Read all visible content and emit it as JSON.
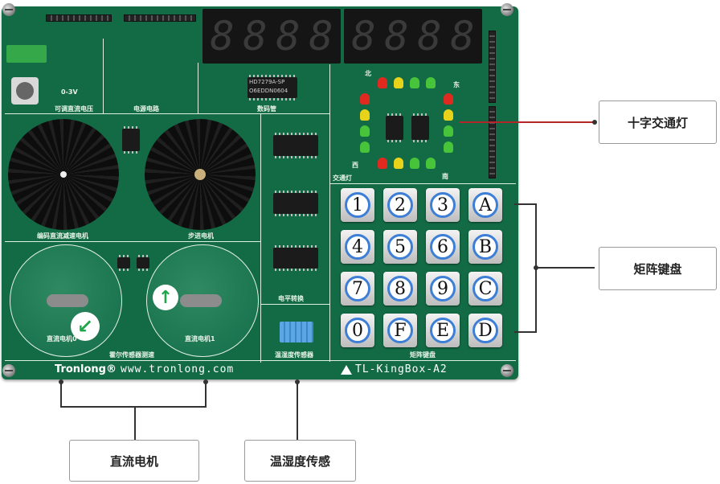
{
  "board": {
    "voltage_label": "0-3V",
    "voltage_section": "可调直流电压",
    "power_section": "电源电路",
    "display_section": "数码管",
    "display_chip": "HD7279A-SP",
    "display_chip_code": "O6EDDN0604",
    "motor_encoder_section": "编码直流减速电机",
    "stepper_section": "步进电机",
    "level_shift_section": "电平转换",
    "traffic_section": "交通灯",
    "keypad_section": "矩阵键盘",
    "hall_section": "霍尔传感器测速",
    "dc_motor_0": "直流电机0",
    "dc_motor_1": "直流电机1",
    "humidity_section": "温湿度传感器",
    "dir_north": "北",
    "dir_east": "东",
    "dir_west": "西",
    "dir_south": "南",
    "brand": "Tronlong®",
    "website": "www.tronlong.com",
    "model": "TL-KingBox-A2",
    "keys": [
      "1",
      "2",
      "3",
      "A",
      "4",
      "5",
      "6",
      "B",
      "7",
      "8",
      "9",
      "C",
      "0",
      "F",
      "E",
      "D"
    ]
  },
  "callouts": {
    "traffic_light": "十字交通灯",
    "matrix_keypad": "矩阵键盘",
    "dc_motor": "直流电机",
    "temp_humidity": "温湿度传感"
  },
  "colors": {
    "pcb": "#136b45",
    "key_ring": "#3d7fd6",
    "led_red": "#e02a1f",
    "led_yellow": "#e8d21a",
    "led_green": "#47c43a",
    "traffic_pointer": "#b3262a"
  }
}
